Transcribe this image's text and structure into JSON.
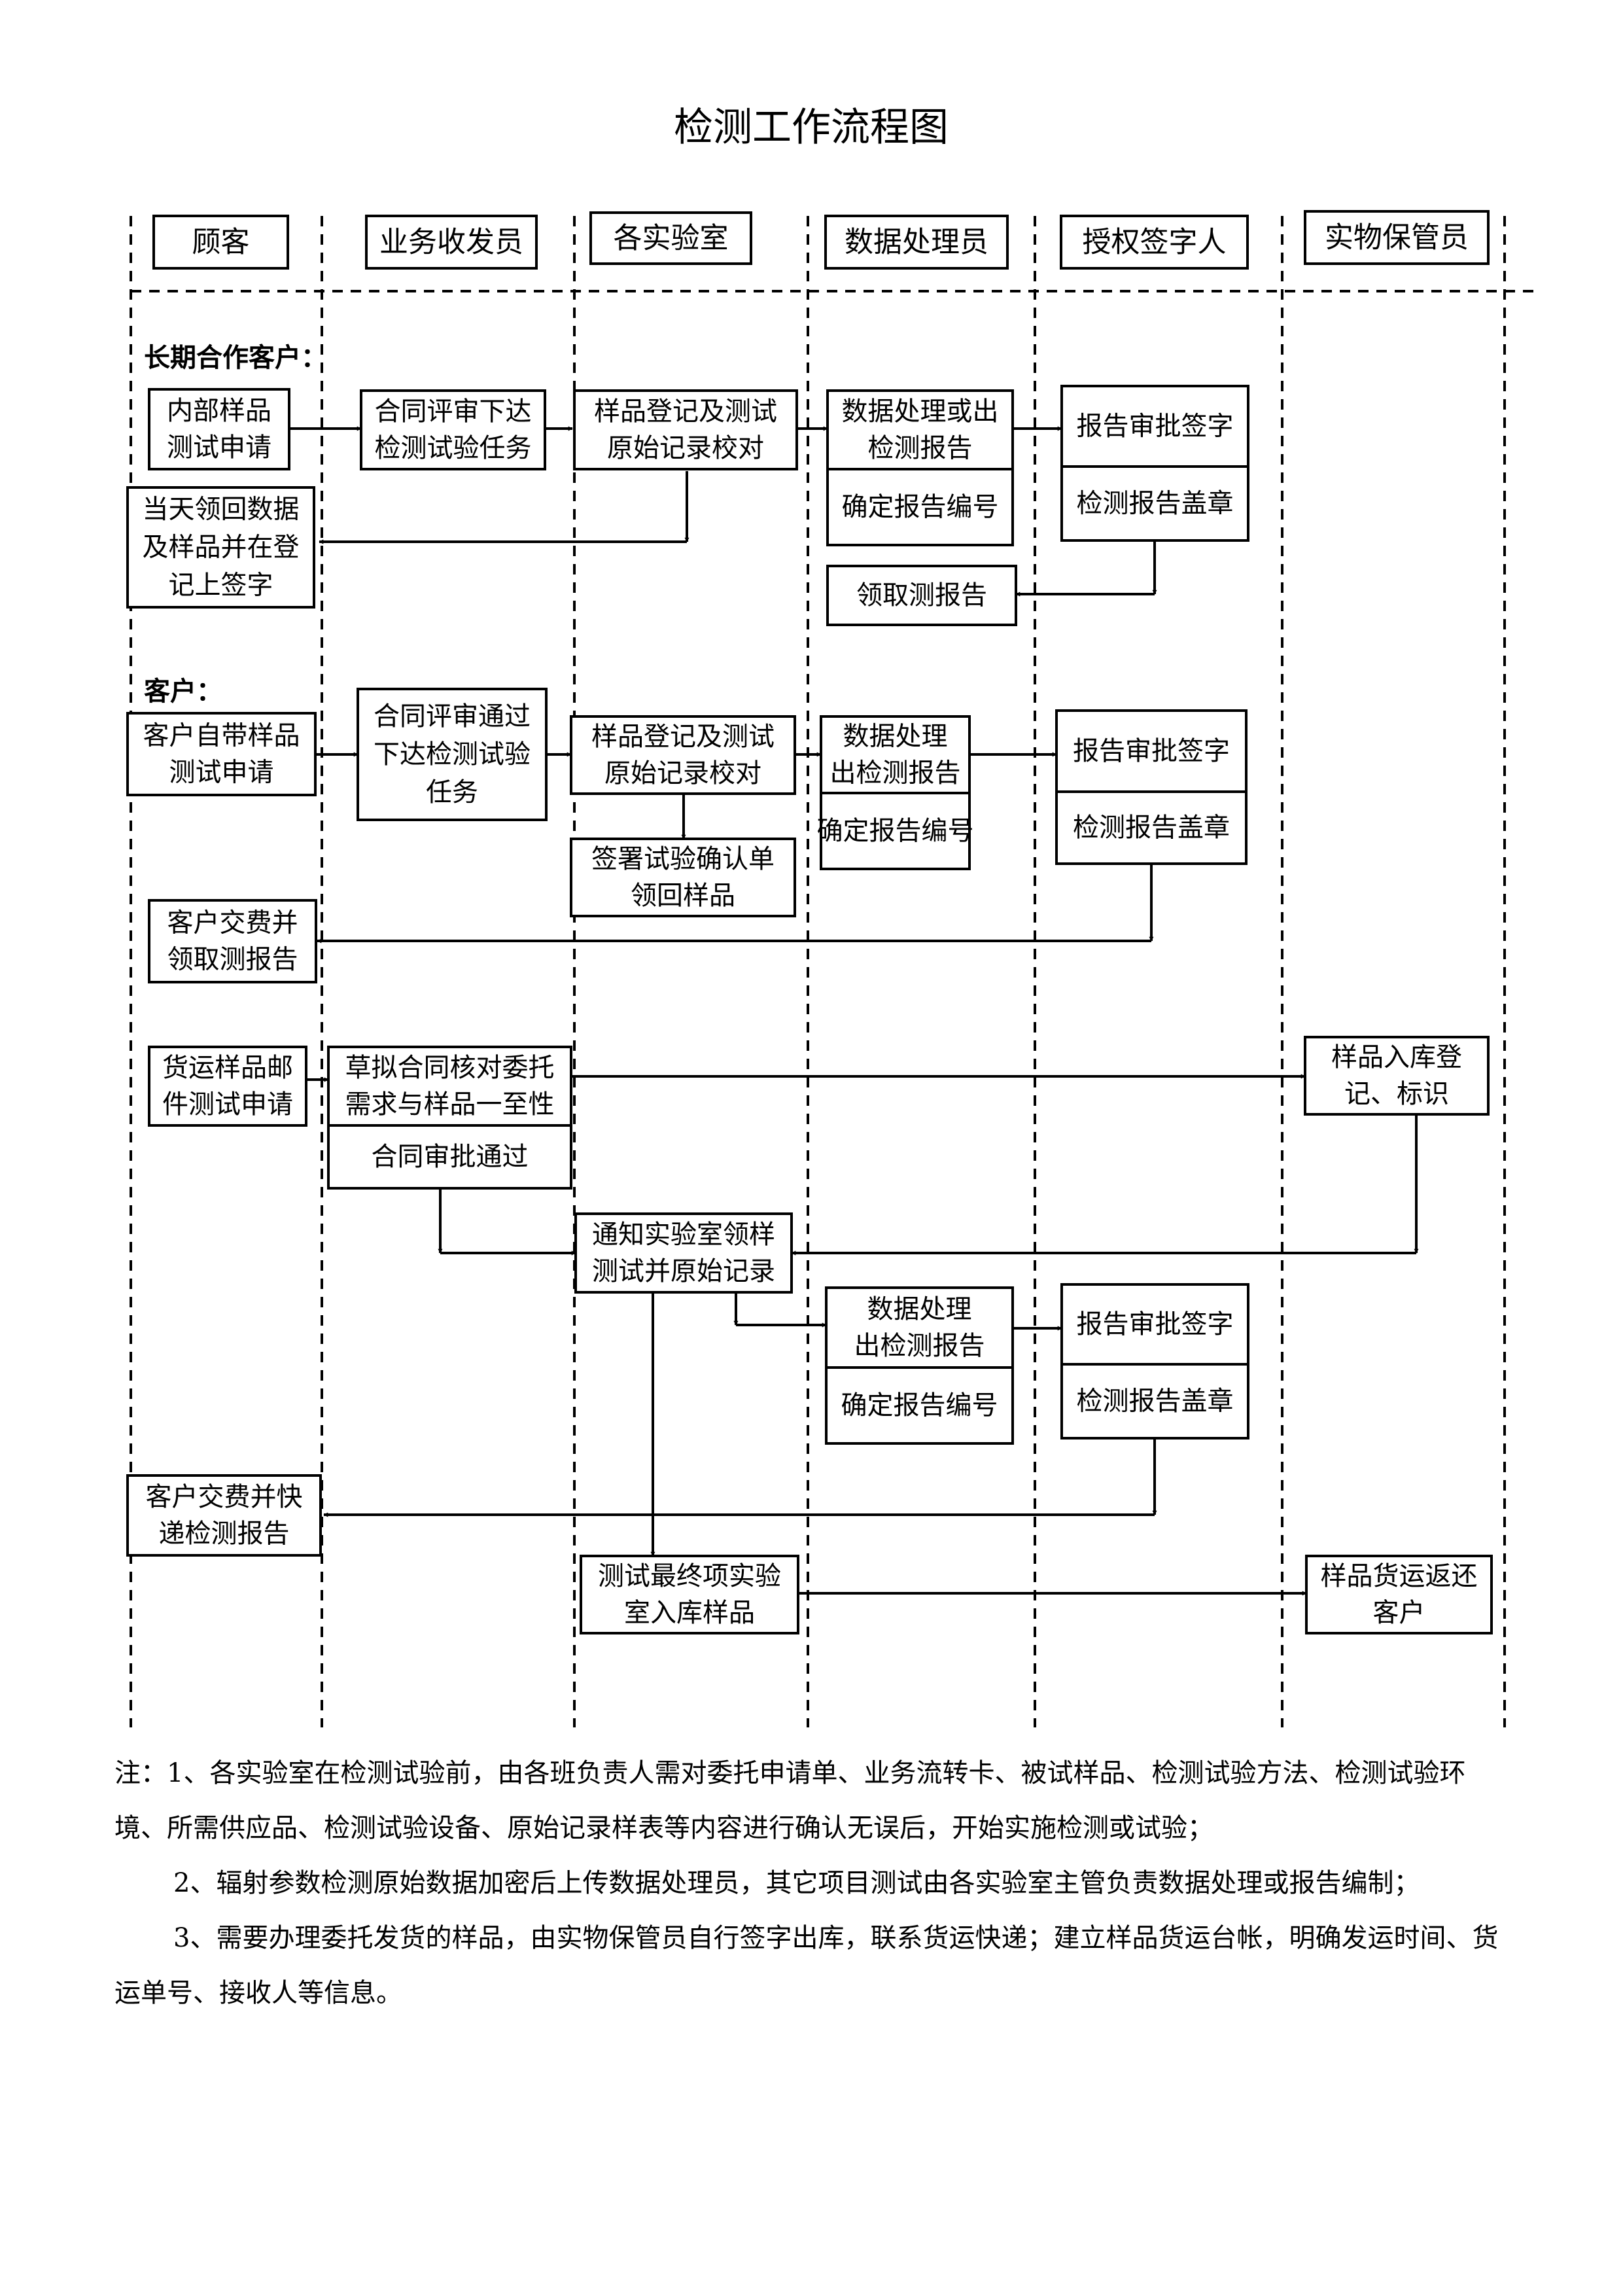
{
  "title": "检测工作流程图",
  "lanes": [
    "顾客",
    "业务收发员",
    "各实验室",
    "数据处理员",
    "授权签字人",
    "实物保管员"
  ],
  "sections": {
    "long_term": "长期合作客户：",
    "customer": "客户："
  },
  "nodes": {
    "lt_apply": [
      "内部样品",
      "测试申请"
    ],
    "lt_contract": [
      "合同评审下达",
      "检测试验任务"
    ],
    "lt_register": [
      "样品登记及测试",
      "原始记录校对"
    ],
    "lt_data": [
      "数据处理或出",
      "检测报告"
    ],
    "lt_number": [
      "确定报告编号"
    ],
    "lt_approve": [
      "报告审批签字"
    ],
    "lt_seal": [
      "检测报告盖章"
    ],
    "lt_return": [
      "当天领回数据",
      "及样品并在登",
      "记上签字"
    ],
    "lt_collect": [
      "领取测报告"
    ],
    "c_apply": [
      "客户自带样品",
      "测试申请"
    ],
    "c_contract": [
      "合同评审通过",
      "下达检测试验",
      "任务"
    ],
    "c_register": [
      "样品登记及测试",
      "原始记录校对"
    ],
    "c_confirm": [
      "签署试验确认单",
      "领回样品"
    ],
    "c_data": [
      "数据处理",
      "出检测报告"
    ],
    "c_number": [
      "确定报告编号"
    ],
    "c_approve": [
      "报告审批签字"
    ],
    "c_seal": [
      "检测报告盖章"
    ],
    "c_pay": [
      "客户交费并",
      "领取测报告"
    ],
    "f_apply": [
      "货运样品邮",
      "件测试申请"
    ],
    "f_draft": [
      "草拟合同核对委托",
      "需求与样品一至性"
    ],
    "f_approved": [
      "合同审批通过"
    ],
    "f_store": [
      "样品入库登",
      "记、标识"
    ],
    "f_notify": [
      "通知实验室领样",
      "测试并原始记录"
    ],
    "f_data": [
      "数据处理",
      "出检测报告"
    ],
    "f_number": [
      "确定报告编号"
    ],
    "f_approve": [
      "报告审批签字"
    ],
    "f_seal": [
      "检测报告盖章"
    ],
    "f_pay": [
      "客户交费并快",
      "递检测报告"
    ],
    "f_final": [
      "测试最终项实验",
      "室入库样品"
    ],
    "f_ship": [
      "样品货运返还",
      "客户"
    ]
  },
  "notes": [
    "注：1、各实验室在检测试验前，由各班负责人需对委托申请单、业务流转卡、被试样品、检测试验方法、检测试验环境、所需供应品、检测试验设备、原始记录样表等内容进行确认无误后，开始实施检测或试验；",
    "2、辐射参数检测原始数据加密后上传数据处理员，其它项目测试由各实验室主管负责数据处理或报告编制；",
    "3、需要办理委托发货的样品，由实物保管员自行签字出库，联系货运快递；建立样品货运台帐，明确发运时间、货运单号、接收人等信息。"
  ]
}
